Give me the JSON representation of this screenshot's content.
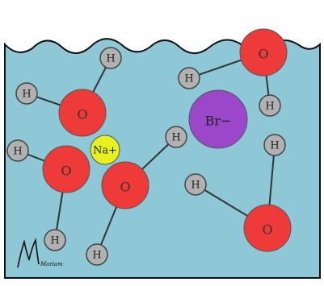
{
  "colors": {
    "water": "#8ec8d6",
    "oxygen": "#ef3a3a",
    "hydrogen": "#b1b1b1",
    "sodium": "#e8f21a",
    "bromide": "#9b47c9",
    "bond": "#333333"
  },
  "labels": {
    "oxygen": "O",
    "hydrogen": "H",
    "sodium": "Na+",
    "bromide": "Br−"
  },
  "signature": "Mariam"
}
